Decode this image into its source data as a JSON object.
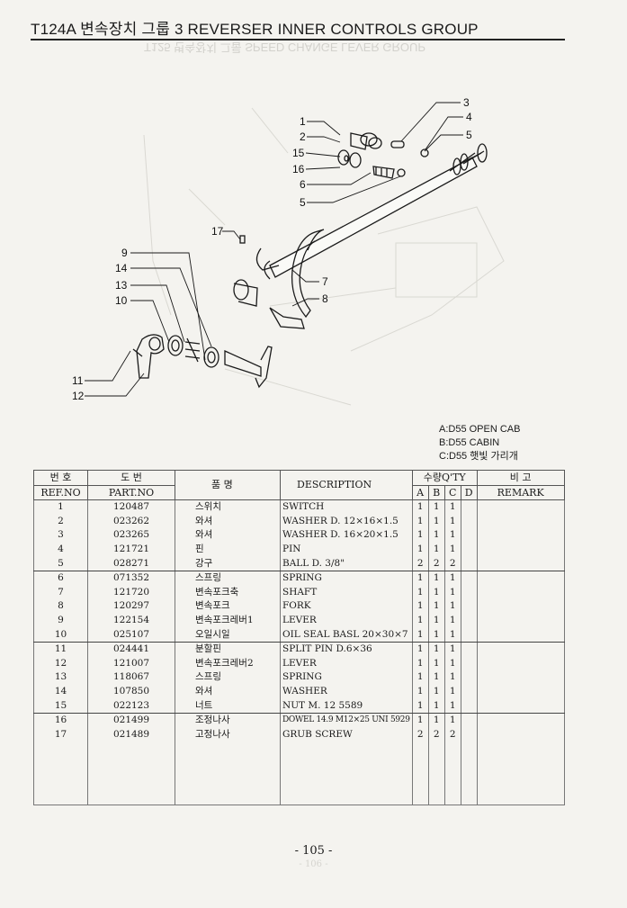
{
  "header": {
    "title": "T124A 변속장치 그룹 3 REVERSER INNER CONTROLS GROUP"
  },
  "diagram": {
    "callouts": [
      "1",
      "2",
      "15",
      "16",
      "6",
      "5",
      "3",
      "4",
      "5",
      "17",
      "9",
      "14",
      "13",
      "10",
      "7",
      "8",
      "11",
      "12"
    ]
  },
  "legend": {
    "a": "A:D55 OPEN CAB",
    "b": "B:D55 CABIN",
    "c": "C:D55 햇빛 가리개"
  },
  "table": {
    "headers": {
      "ref_ko": "번 호",
      "ref_en": "REF.NO",
      "part_ko": "도 번",
      "part_en": "PART.NO",
      "name_ko": "품 명",
      "description": "DESCRIPTION",
      "qty": "수량Q'TY",
      "col_a": "A",
      "col_b": "B",
      "col_c": "C",
      "col_d": "D",
      "remark_ko": "비 고",
      "remark_en": "REMARK"
    },
    "rows": [
      {
        "ref": "1",
        "part": "120487",
        "name": "스위치",
        "desc": "SWITCH",
        "a": "1",
        "b": "1",
        "c": "1",
        "d": ""
      },
      {
        "ref": "2",
        "part": "023262",
        "name": "와셔",
        "desc": "WASHER D. 12×16×1.5",
        "a": "1",
        "b": "1",
        "c": "1",
        "d": ""
      },
      {
        "ref": "3",
        "part": "023265",
        "name": "와셔",
        "desc": "WASHER D. 16×20×1.5",
        "a": "1",
        "b": "1",
        "c": "1",
        "d": ""
      },
      {
        "ref": "4",
        "part": "121721",
        "name": "핀",
        "desc": "PIN",
        "a": "1",
        "b": "1",
        "c": "1",
        "d": ""
      },
      {
        "ref": "5",
        "part": "028271",
        "name": "강구",
        "desc": "BALL D. 3/8\"",
        "a": "2",
        "b": "2",
        "c": "2",
        "d": ""
      },
      {
        "ref": "6",
        "part": "071352",
        "name": "스프링",
        "desc": "SPRING",
        "a": "1",
        "b": "1",
        "c": "1",
        "d": ""
      },
      {
        "ref": "7",
        "part": "121720",
        "name": "변속포크축",
        "desc": "SHAFT",
        "a": "1",
        "b": "1",
        "c": "1",
        "d": ""
      },
      {
        "ref": "8",
        "part": "120297",
        "name": "변속포크",
        "desc": "FORK",
        "a": "1",
        "b": "1",
        "c": "1",
        "d": ""
      },
      {
        "ref": "9",
        "part": "122154",
        "name": "변속포크레버1",
        "desc": "LEVER",
        "a": "1",
        "b": "1",
        "c": "1",
        "d": ""
      },
      {
        "ref": "10",
        "part": "025107",
        "name": "오일시일",
        "desc": "OIL SEAL BASL 20×30×7",
        "a": "1",
        "b": "1",
        "c": "1",
        "d": ""
      },
      {
        "ref": "11",
        "part": "024441",
        "name": "분할핀",
        "desc": "SPLIT PIN D.6×36",
        "a": "1",
        "b": "1",
        "c": "1",
        "d": ""
      },
      {
        "ref": "12",
        "part": "121007",
        "name": "변속포크레버2",
        "desc": "LEVER",
        "a": "1",
        "b": "1",
        "c": "1",
        "d": ""
      },
      {
        "ref": "13",
        "part": "118067",
        "name": "스프링",
        "desc": "SPRING",
        "a": "1",
        "b": "1",
        "c": "1",
        "d": ""
      },
      {
        "ref": "14",
        "part": "107850",
        "name": "와셔",
        "desc": "WASHER",
        "a": "1",
        "b": "1",
        "c": "1",
        "d": ""
      },
      {
        "ref": "15",
        "part": "022123",
        "name": "너트",
        "desc": "NUT M. 12 5589",
        "a": "1",
        "b": "1",
        "c": "1",
        "d": ""
      },
      {
        "ref": "16",
        "part": "021499",
        "name": "조정나사",
        "desc": "DOWEL 14.9 M12×25 UNI 5929",
        "a": "1",
        "b": "1",
        "c": "1",
        "d": ""
      },
      {
        "ref": "17",
        "part": "021489",
        "name": "고정나사",
        "desc": "GRUB SCREW",
        "a": "2",
        "b": "2",
        "c": "2",
        "d": ""
      }
    ]
  },
  "page_number": "- 105 -"
}
